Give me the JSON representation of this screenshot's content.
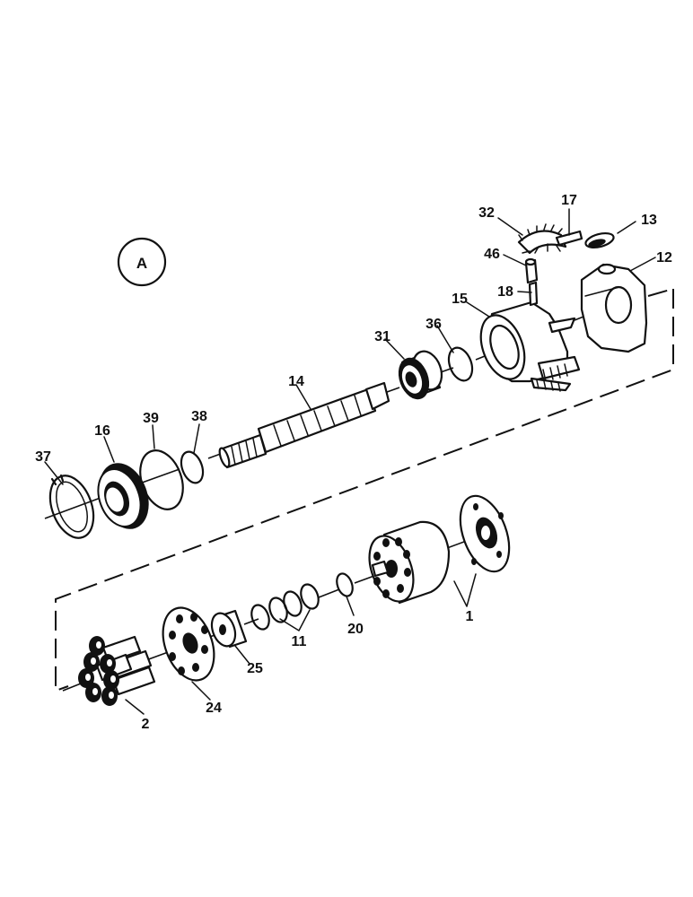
{
  "view_badge": "A",
  "callouts": {
    "p1": "1",
    "p2": "2",
    "p11": "11",
    "p12": "12",
    "p13": "13",
    "p14": "14",
    "p15": "15",
    "p16": "16",
    "p17": "17",
    "p18": "18",
    "p20": "20",
    "p24": "24",
    "p25": "25",
    "p31": "31",
    "p32": "32",
    "p36": "36",
    "p37": "37",
    "p38": "38",
    "p39": "39",
    "p46": "46"
  }
}
